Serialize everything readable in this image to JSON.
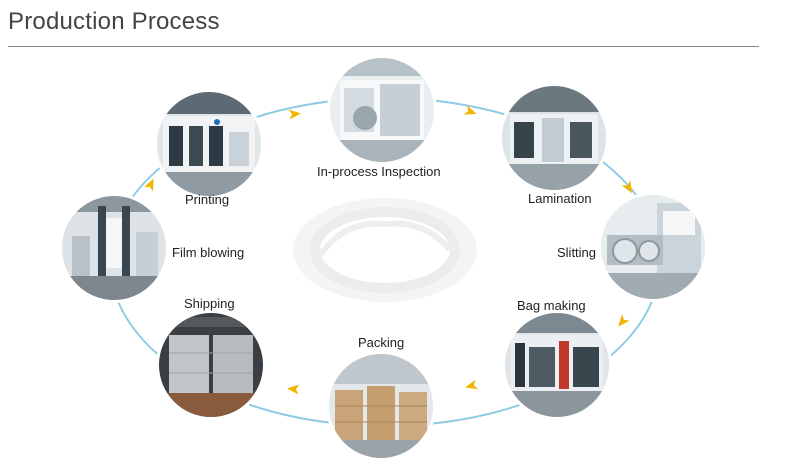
{
  "page": {
    "title": "Production Process"
  },
  "colors": {
    "ring": "#8ccbe6",
    "arrow": "#f3b400",
    "title": "#444444"
  },
  "stages": [
    {
      "label": "Printing"
    },
    {
      "label": "In-process Inspection"
    },
    {
      "label": "Lamination"
    },
    {
      "label": "Slitting"
    },
    {
      "label": "Bag making"
    },
    {
      "label": "Packing"
    },
    {
      "label": "Shipping"
    },
    {
      "label": "Film blowing"
    }
  ]
}
